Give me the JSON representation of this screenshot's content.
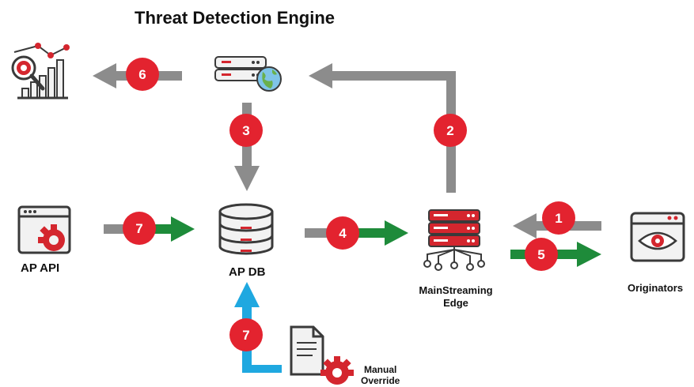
{
  "title": "Threat Detection Engine",
  "nodes": {
    "ap_api": "AP API",
    "ap_db": "AP DB",
    "edge_line1": "MainStreaming",
    "edge_line2": "Edge",
    "originators": "Originators",
    "override_line1": "Manual",
    "override_line2": "Override"
  },
  "steps": {
    "s1": "1",
    "s2": "2",
    "s3": "3",
    "s4": "4",
    "s5": "5",
    "s6": "6",
    "s7a": "7",
    "s7b": "7"
  },
  "colors": {
    "badge_red": "#e3232f",
    "arrow_gray": "#8c8c8c",
    "arrow_green": "#1e8b3a",
    "arrow_blue": "#1fa8e0",
    "icon_dark": "#3a3a3a",
    "icon_red": "#d4262e"
  },
  "icons": {
    "analytics": "analytics-chart-icon",
    "server": "server-globe-icon",
    "api": "api-window-gear-icon",
    "database": "database-icon",
    "edge": "edge-server-icon",
    "originators": "originator-eye-window-icon",
    "override": "document-gear-icon"
  }
}
